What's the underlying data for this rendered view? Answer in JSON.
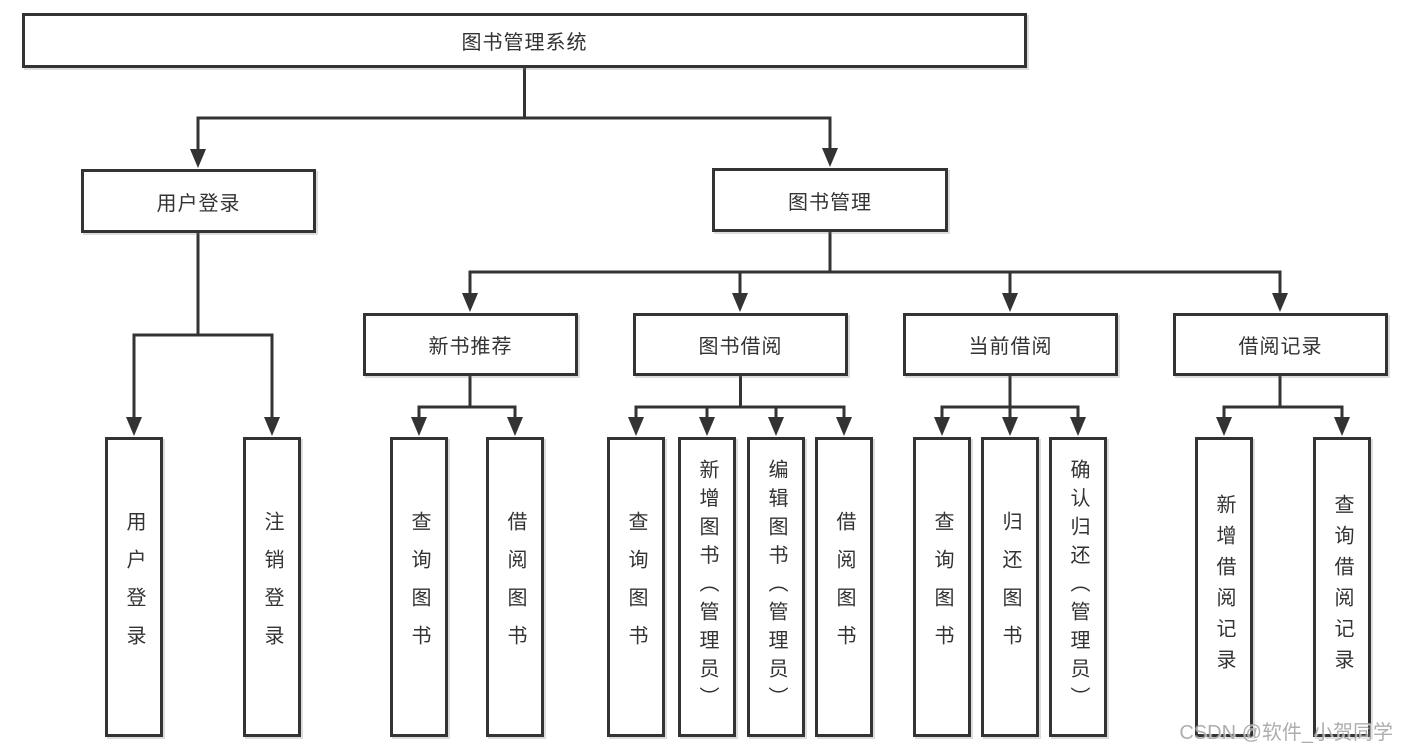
{
  "watermark": {
    "text": "CSDN @软件_小贺同学",
    "color": "#a5a5a5"
  },
  "colors": {
    "line": "#333333",
    "box_border": "#333333",
    "box_fill": "#ffffff",
    "text": "#333333",
    "background": "#ffffff"
  },
  "diagram": {
    "type": "hierarchy-tree",
    "root": {
      "label": "图书管理系统"
    },
    "level2": [
      {
        "label": "用户登录"
      },
      {
        "label": "图书管理"
      }
    ],
    "level3": [
      {
        "label": "新书推荐",
        "parent": "图书管理"
      },
      {
        "label": "图书借阅",
        "parent": "图书管理"
      },
      {
        "label": "当前借阅",
        "parent": "图书管理"
      },
      {
        "label": "借阅记录",
        "parent": "图书管理"
      }
    ],
    "leaves": [
      {
        "label": "用户登录",
        "parent": "用户登录"
      },
      {
        "label": "注销登录",
        "parent": "用户登录"
      },
      {
        "label": "查询图书",
        "parent": "新书推荐"
      },
      {
        "label": "借阅图书",
        "parent": "新书推荐"
      },
      {
        "label": "查询图书",
        "parent": "图书借阅"
      },
      {
        "label": "新增图书（管理员）",
        "parent": "图书借阅"
      },
      {
        "label": "编辑图书（管理员）",
        "parent": "图书借阅"
      },
      {
        "label": "借阅图书",
        "parent": "图书借阅"
      },
      {
        "label": "查询图书",
        "parent": "当前借阅"
      },
      {
        "label": "归还图书",
        "parent": "当前借阅"
      },
      {
        "label": "确认归还（管理员）",
        "parent": "当前借阅"
      },
      {
        "label": "新增借阅记录",
        "parent": "借阅记录"
      },
      {
        "label": "查询借阅记录",
        "parent": "借阅记录"
      }
    ]
  }
}
